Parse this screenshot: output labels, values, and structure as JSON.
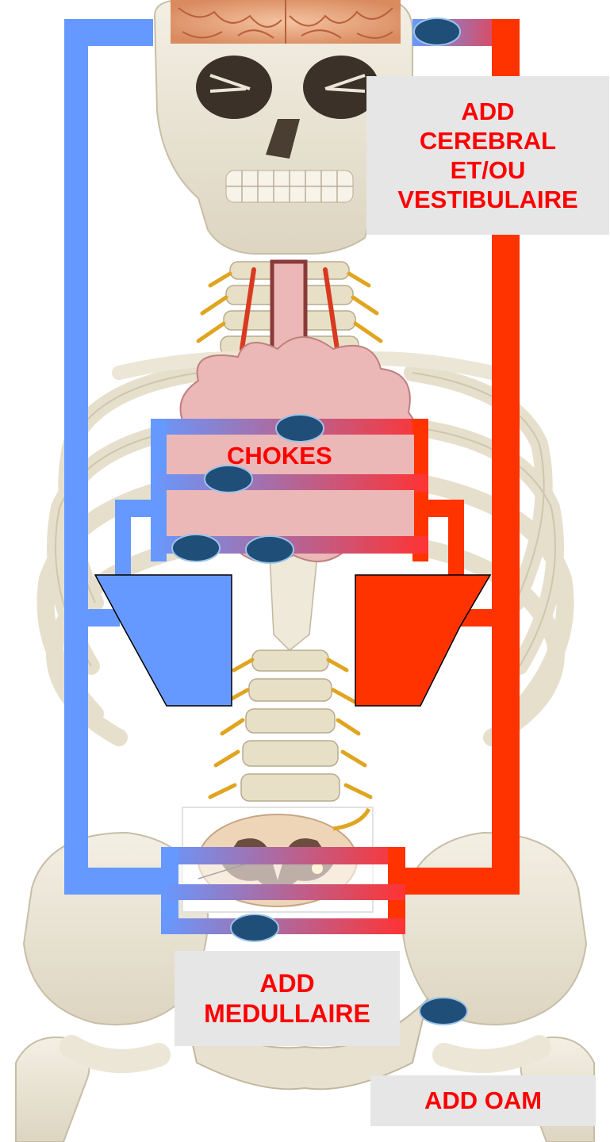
{
  "labels": {
    "cerebral_line1": "ADD",
    "cerebral_line2": "CEREBRAL",
    "cerebral_line3": "ET/OU",
    "cerebral_line4": "VESTIBULAIRE",
    "chokes": "CHOKES",
    "medullaire_line1": "ADD",
    "medullaire_line2": "MEDULLAIRE",
    "oam": "ADD OAM"
  },
  "colors": {
    "venous_blue": "#6699ff",
    "arterial_red": "#ff3300",
    "bubble_fill": "#1f4e79",
    "bubble_stroke": "#9dc3e6",
    "label_text": "#ff0000",
    "label_box": "#e6e6e6",
    "bone": "#ece6d6",
    "lung_pink": "#ebb7b7"
  },
  "icons": [
    "skeleton-illustration",
    "brain-illustration",
    "spinal-cord-section"
  ]
}
